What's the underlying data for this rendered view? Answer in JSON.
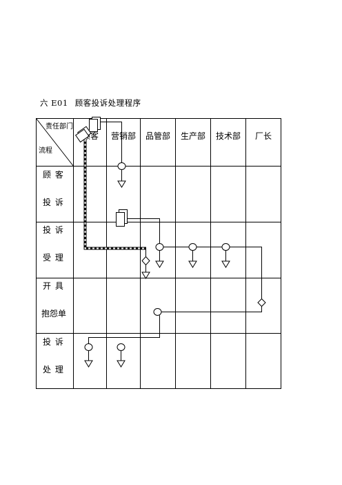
{
  "document": {
    "section_number": "六 E01",
    "title": "顾客投诉处理程序"
  },
  "table": {
    "corner_top": "责任部门",
    "corner_bottom": "流程",
    "columns": [
      "顾客",
      "营销部",
      "品管部",
      "生产部",
      "技术部",
      "厂长"
    ],
    "rows": [
      {
        "line1": "顾  客",
        "line2": "投  诉"
      },
      {
        "line1": "投  诉",
        "line2": "受  理"
      },
      {
        "line1": "开  具",
        "line2": "抱怨单"
      },
      {
        "line1": "投  诉",
        "line2": "处  理"
      }
    ]
  }
}
